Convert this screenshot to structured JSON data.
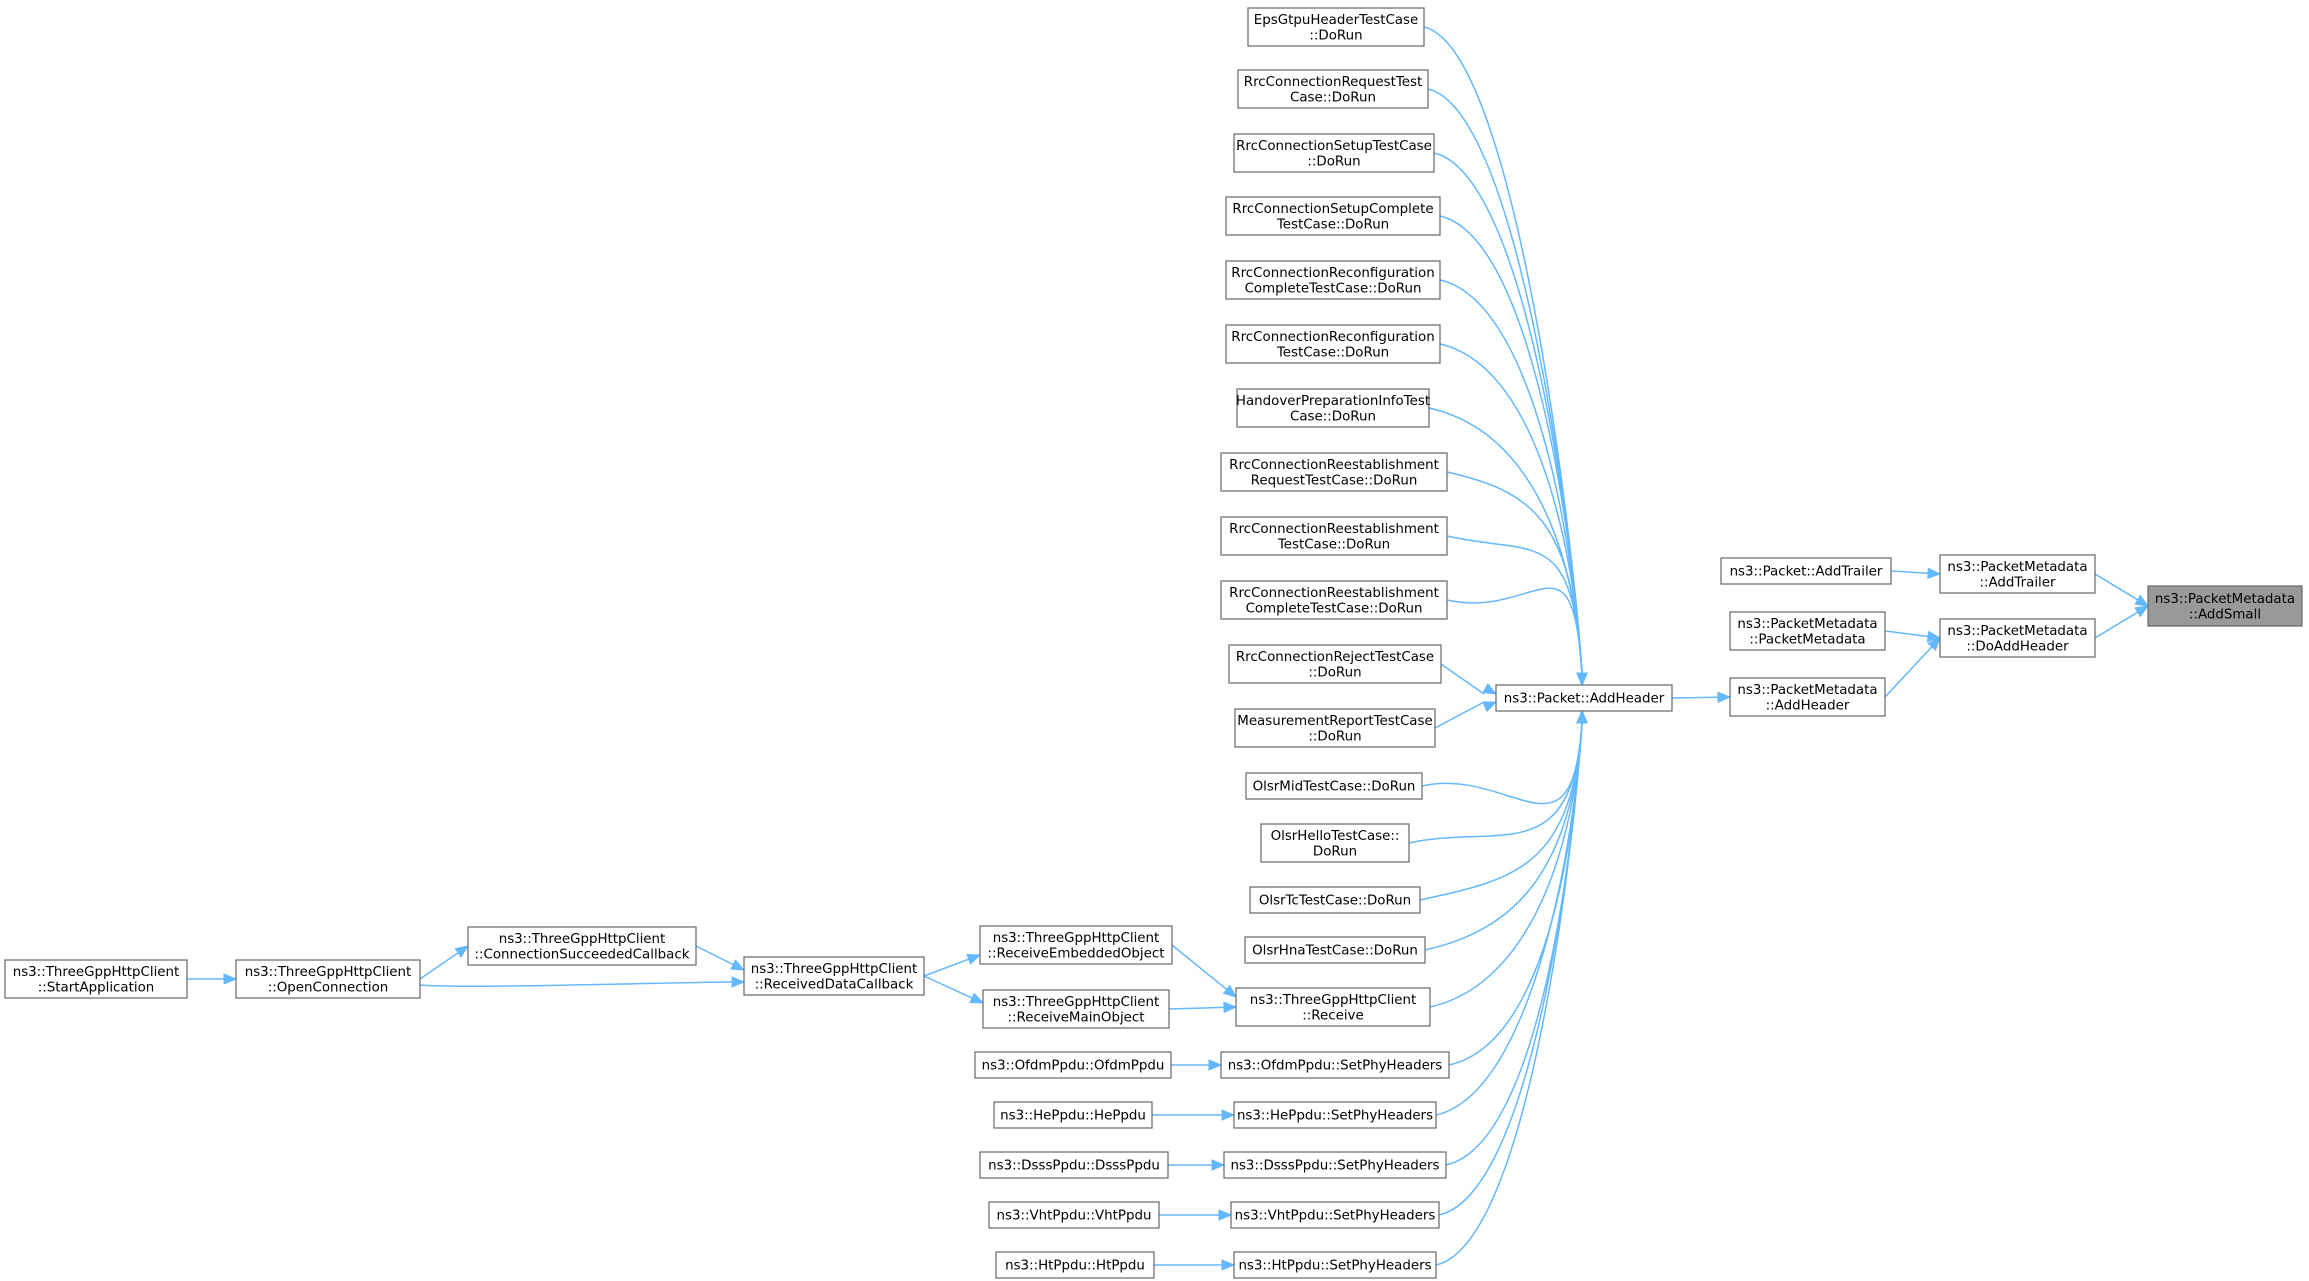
{
  "nodes": [
    {
      "id": "add_small",
      "lines": [
        "ns3::PacketMetadata",
        "::AddSmall"
      ],
      "focus": true
    },
    {
      "id": "pm_add_trailer",
      "lines": [
        "ns3::PacketMetadata",
        "::AddTrailer"
      ]
    },
    {
      "id": "pm_do_add_header",
      "lines": [
        "ns3::PacketMetadata",
        "::DoAddHeader"
      ]
    },
    {
      "id": "packet_add_trailer",
      "lines": [
        "ns3::Packet::AddTrailer"
      ]
    },
    {
      "id": "pm_ctor",
      "lines": [
        "ns3::PacketMetadata",
        "::PacketMetadata"
      ]
    },
    {
      "id": "pm_add_header",
      "lines": [
        "ns3::PacketMetadata",
        "::AddHeader"
      ]
    },
    {
      "id": "packet_add_header",
      "lines": [
        "ns3::Packet::AddHeader"
      ]
    },
    {
      "id": "eps_gtpu",
      "lines": [
        "EpsGtpuHeaderTestCase",
        "::DoRun"
      ]
    },
    {
      "id": "rrc_req",
      "lines": [
        "RrcConnectionRequestTest",
        "Case::DoRun"
      ]
    },
    {
      "id": "rrc_setup",
      "lines": [
        "RrcConnectionSetupTestCase",
        "::DoRun"
      ]
    },
    {
      "id": "rrc_setup_complete",
      "lines": [
        "RrcConnectionSetupComplete",
        "TestCase::DoRun"
      ]
    },
    {
      "id": "rrc_reconf_complete",
      "lines": [
        "RrcConnectionReconfiguration",
        "CompleteTestCase::DoRun"
      ]
    },
    {
      "id": "rrc_reconf",
      "lines": [
        "RrcConnectionReconfiguration",
        "TestCase::DoRun"
      ]
    },
    {
      "id": "handover",
      "lines": [
        "HandoverPreparationInfoTest",
        "Case::DoRun"
      ]
    },
    {
      "id": "rrc_reest_req",
      "lines": [
        "RrcConnectionReestablishment",
        "RequestTestCase::DoRun"
      ]
    },
    {
      "id": "rrc_reest",
      "lines": [
        "RrcConnectionReestablishment",
        "TestCase::DoRun"
      ]
    },
    {
      "id": "rrc_reest_complete",
      "lines": [
        "RrcConnectionReestablishment",
        "CompleteTestCase::DoRun"
      ]
    },
    {
      "id": "rrc_reject",
      "lines": [
        "RrcConnectionRejectTestCase",
        "::DoRun"
      ]
    },
    {
      "id": "meas_report",
      "lines": [
        "MeasurementReportTestCase",
        "::DoRun"
      ]
    },
    {
      "id": "olsr_mid",
      "lines": [
        "OlsrMidTestCase::DoRun"
      ]
    },
    {
      "id": "olsr_hello",
      "lines": [
        "OlsrHelloTestCase::",
        "DoRun"
      ]
    },
    {
      "id": "olsr_tc",
      "lines": [
        "OlsrTcTestCase::DoRun"
      ]
    },
    {
      "id": "olsr_hna",
      "lines": [
        "OlsrHnaTestCase::DoRun"
      ]
    },
    {
      "id": "http_receive",
      "lines": [
        "ns3::ThreeGppHttpClient",
        "::Receive"
      ]
    },
    {
      "id": "ofdm_set",
      "lines": [
        "ns3::OfdmPpdu::SetPhyHeaders"
      ]
    },
    {
      "id": "he_set",
      "lines": [
        "ns3::HePpdu::SetPhyHeaders"
      ]
    },
    {
      "id": "dsss_set",
      "lines": [
        "ns3::DsssPpdu::SetPhyHeaders"
      ]
    },
    {
      "id": "vht_set",
      "lines": [
        "ns3::VhtPpdu::SetPhyHeaders"
      ]
    },
    {
      "id": "ht_set",
      "lines": [
        "ns3::HtPpdu::SetPhyHeaders"
      ]
    },
    {
      "id": "http_recv_embedded",
      "lines": [
        "ns3::ThreeGppHttpClient",
        "::ReceiveEmbeddedObject"
      ]
    },
    {
      "id": "http_recv_main",
      "lines": [
        "ns3::ThreeGppHttpClient",
        "::ReceiveMainObject"
      ]
    },
    {
      "id": "ofdm_ctor",
      "lines": [
        "ns3::OfdmPpdu::OfdmPpdu"
      ]
    },
    {
      "id": "he_ctor",
      "lines": [
        "ns3::HePpdu::HePpdu"
      ]
    },
    {
      "id": "dsss_ctor",
      "lines": [
        "ns3::DsssPpdu::DsssPpdu"
      ]
    },
    {
      "id": "vht_ctor",
      "lines": [
        "ns3::VhtPpdu::VhtPpdu"
      ]
    },
    {
      "id": "ht_ctor",
      "lines": [
        "ns3::HtPpdu::HtPpdu"
      ]
    },
    {
      "id": "http_received_data",
      "lines": [
        "ns3::ThreeGppHttpClient",
        "::ReceivedDataCallback"
      ]
    },
    {
      "id": "http_conn_succeeded",
      "lines": [
        "ns3::ThreeGppHttpClient",
        "::ConnectionSucceededCallback"
      ]
    },
    {
      "id": "http_open_conn",
      "lines": [
        "ns3::ThreeGppHttpClient",
        "::OpenConnection"
      ]
    },
    {
      "id": "http_start_app",
      "lines": [
        "ns3::ThreeGppHttpClient",
        "::StartApplication"
      ]
    }
  ],
  "edges": [
    {
      "from": "pm_add_trailer",
      "to": "add_small"
    },
    {
      "from": "pm_do_add_header",
      "to": "add_small"
    },
    {
      "from": "packet_add_trailer",
      "to": "pm_add_trailer"
    },
    {
      "from": "pm_ctor",
      "to": "pm_do_add_header"
    },
    {
      "from": "pm_add_header",
      "to": "pm_do_add_header"
    },
    {
      "from": "packet_add_header",
      "to": "pm_add_header"
    },
    {
      "from": "eps_gtpu",
      "to": "packet_add_header"
    },
    {
      "from": "rrc_req",
      "to": "packet_add_header"
    },
    {
      "from": "rrc_setup",
      "to": "packet_add_header"
    },
    {
      "from": "rrc_setup_complete",
      "to": "packet_add_header"
    },
    {
      "from": "rrc_reconf_complete",
      "to": "packet_add_header"
    },
    {
      "from": "rrc_reconf",
      "to": "packet_add_header"
    },
    {
      "from": "handover",
      "to": "packet_add_header"
    },
    {
      "from": "rrc_reest_req",
      "to": "packet_add_header"
    },
    {
      "from": "rrc_reest",
      "to": "packet_add_header"
    },
    {
      "from": "rrc_reest_complete",
      "to": "packet_add_header"
    },
    {
      "from": "rrc_reject",
      "to": "packet_add_header"
    },
    {
      "from": "meas_report",
      "to": "packet_add_header"
    },
    {
      "from": "olsr_mid",
      "to": "packet_add_header"
    },
    {
      "from": "olsr_hello",
      "to": "packet_add_header"
    },
    {
      "from": "olsr_tc",
      "to": "packet_add_header"
    },
    {
      "from": "olsr_hna",
      "to": "packet_add_header"
    },
    {
      "from": "http_receive",
      "to": "packet_add_header"
    },
    {
      "from": "ofdm_set",
      "to": "packet_add_header"
    },
    {
      "from": "he_set",
      "to": "packet_add_header"
    },
    {
      "from": "dsss_set",
      "to": "packet_add_header"
    },
    {
      "from": "vht_set",
      "to": "packet_add_header"
    },
    {
      "from": "ht_set",
      "to": "packet_add_header"
    },
    {
      "from": "http_recv_embedded",
      "to": "http_receive"
    },
    {
      "from": "http_recv_main",
      "to": "http_receive"
    },
    {
      "from": "ofdm_ctor",
      "to": "ofdm_set"
    },
    {
      "from": "he_ctor",
      "to": "he_set"
    },
    {
      "from": "dsss_ctor",
      "to": "dsss_set"
    },
    {
      "from": "vht_ctor",
      "to": "vht_set"
    },
    {
      "from": "ht_ctor",
      "to": "ht_set"
    },
    {
      "from": "http_received_data",
      "to": "http_recv_embedded"
    },
    {
      "from": "http_received_data",
      "to": "http_recv_main"
    },
    {
      "from": "http_conn_succeeded",
      "to": "http_received_data"
    },
    {
      "from": "http_open_conn",
      "to": "http_conn_succeeded"
    },
    {
      "from": "http_open_conn",
      "to": "http_received_data"
    },
    {
      "from": "http_start_app",
      "to": "http_open_conn"
    }
  ],
  "colors": {
    "edge": "#63b8ff",
    "node_border": "#666666",
    "focus_fill": "#999999"
  }
}
